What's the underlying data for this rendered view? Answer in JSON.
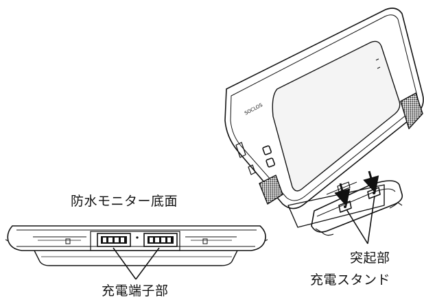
{
  "labels": {
    "monitor_bottom": "防水モニター底面",
    "charging_terminal": "充電端子部",
    "protrusion": "突起部",
    "charging_stand": "充電スタンド"
  },
  "brand_mark": "SOCLOS",
  "colors": {
    "line": "#111111",
    "screen": "#f4f4f4",
    "speaker": "#2a2a2a",
    "background": "#ffffff"
  }
}
